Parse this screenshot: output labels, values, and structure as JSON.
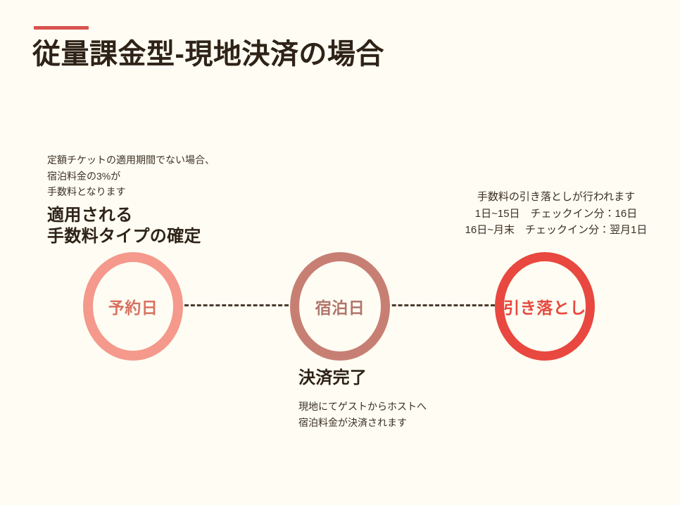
{
  "slide": {
    "title": "従量課金型-現地決済の場合",
    "accent_color": "#d9534f",
    "background_color": "#fffdf3"
  },
  "annotations": {
    "left_note": "定額チケットの適用期間でない場合、\n宿泊料金の3%が\n手数料となります",
    "left_heading": "適用される\n手数料タイプの確定",
    "right_note": "手数料の引き落としが行われます\n1日~15日　チェックイン分：16日\n16日~月末　チェックイン分：翌月1日",
    "bottom_heading": "決済完了",
    "bottom_note": "現地にてゲストからホストへ\n宿泊料金が決済されます"
  },
  "timeline": {
    "nodes": [
      {
        "label": "予約日",
        "ring_color": "#f4998c",
        "text_color": "#d9715f"
      },
      {
        "label": "宿泊日",
        "ring_color": "#c77f74",
        "text_color": "#b0756c"
      },
      {
        "label": "引き落とし",
        "ring_color": "#e8483f",
        "text_color": "#e8483f"
      }
    ],
    "connector_style": "dashed",
    "connector_color": "#4a3b30"
  }
}
